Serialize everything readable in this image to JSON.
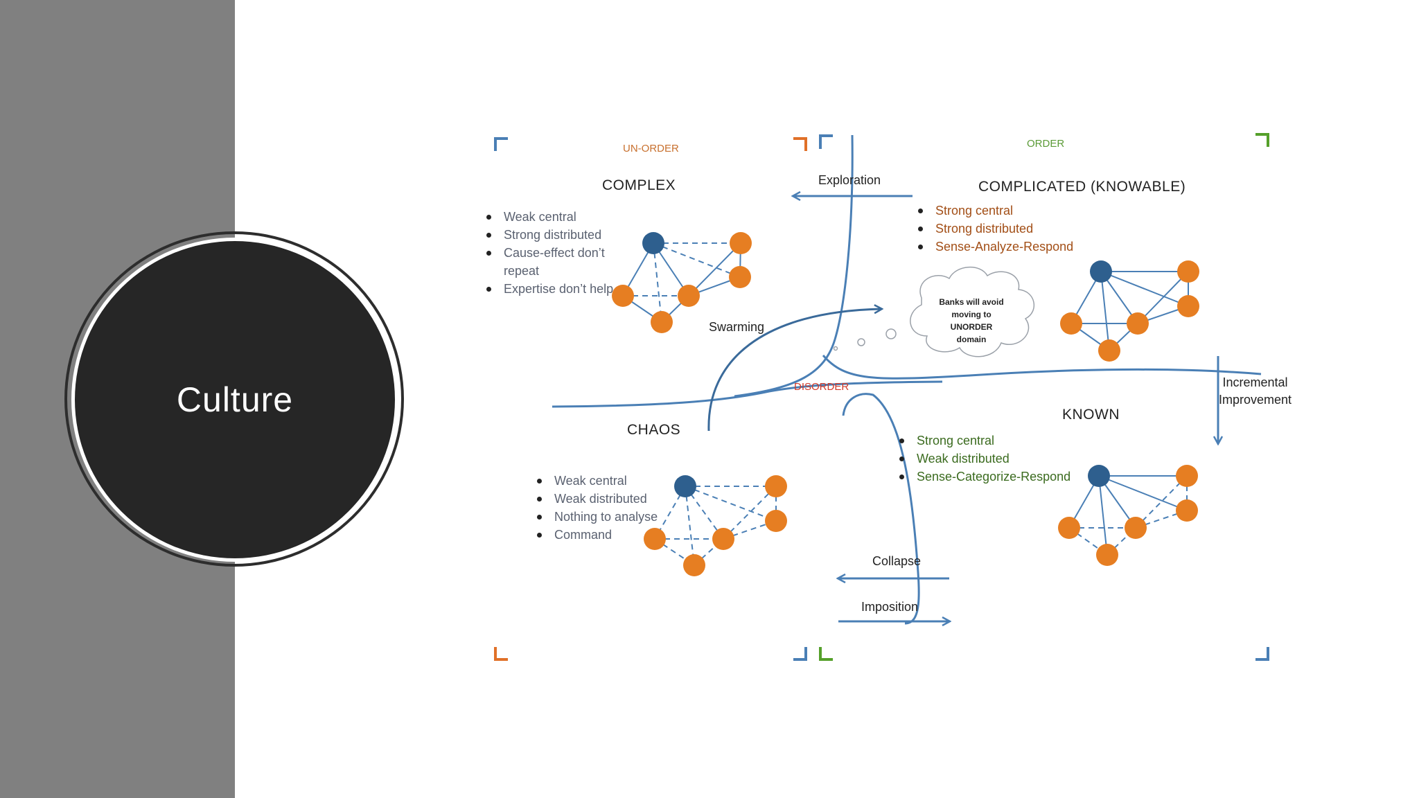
{
  "slide": {
    "title": "Culture"
  },
  "diagram": {
    "unorder_label": "UN-ORDER",
    "order_label": "ORDER",
    "disorder_label": "DISORDER",
    "complex": {
      "title": "COMPLEX",
      "bullets": [
        "Weak central",
        "Strong distributed",
        "Cause-effect don’t",
        "repeat",
        "Expertise don’t help"
      ]
    },
    "complicated": {
      "title": "COMPLICATED (KNOWABLE)",
      "bullets": [
        "Strong central",
        "Strong distributed",
        "Sense-Analyze-Respond"
      ]
    },
    "chaos": {
      "title": "CHAOS",
      "bullets": [
        "Weak central",
        "Weak distributed",
        "Nothing to analyse",
        "Command"
      ]
    },
    "known": {
      "title": "KNOWN",
      "bullets": [
        "Strong central",
        "Weak distributed",
        "Sense-Categorize-Respond"
      ]
    },
    "arrows": {
      "exploration": "Exploration",
      "swarming": "Swarming",
      "incremental": "Incremental Improvement",
      "incremental_line1": "Incremental",
      "incremental_line2": "Improvement",
      "collapse": "Collapse",
      "imposition": "Imposition"
    },
    "thought_bubble": "Banks will avoid moving to UNORDER domain",
    "colors": {
      "line_blue": "#4a7fb5",
      "node_blue": "#2e5f8e",
      "node_orange": "#e67e22",
      "corner_orange": "#e07028",
      "corner_green": "#55a02a",
      "corner_blue": "#4a7fb5"
    }
  }
}
